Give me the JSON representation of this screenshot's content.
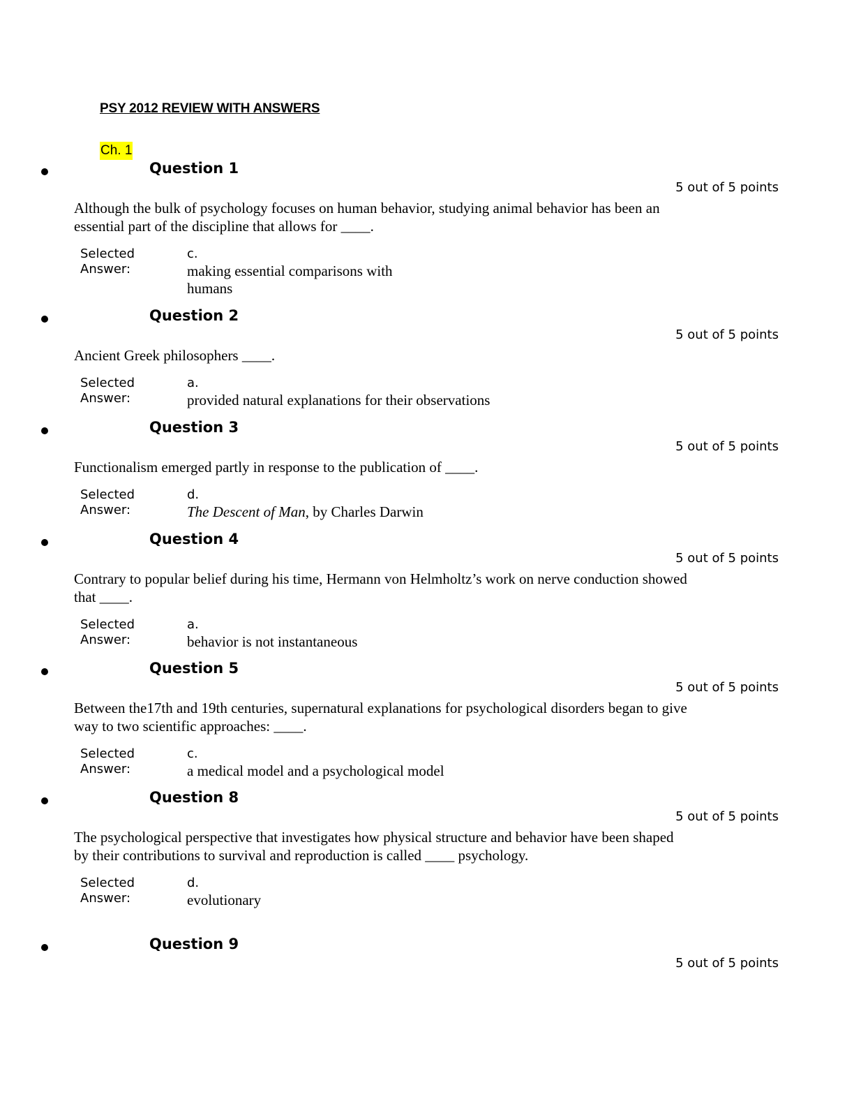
{
  "document": {
    "title": "PSY 2012 REVIEW WITH ANSWERS",
    "chapter": "Ch. 1",
    "highlight_color": "#ffff00"
  },
  "questions": [
    {
      "heading": "Question 1",
      "points": "5 out of 5 points",
      "text": "Although the bulk of psychology focuses on human behavior, studying animal behavior has been an essential part of the discipline that allows for ____.",
      "selected_label": "Selected Answer:",
      "letter": "c.",
      "answer": "making essential comparisons with humans"
    },
    {
      "heading": "Question 2",
      "points": "5 out of 5 points",
      "text": "Ancient Greek philosophers ____.",
      "selected_label": "Selected Answer:",
      "letter": "a.",
      "answer": "provided natural explanations for their observations"
    },
    {
      "heading": "Question 3",
      "points": "5 out of 5 points",
      "text": "Functionalism emerged partly in response to the publication of ____.",
      "selected_label": "Selected Answer:",
      "letter": "d.",
      "answer_italic": "The Descent of Man",
      "answer_rest": ", by Charles Darwin"
    },
    {
      "heading": "Question 4",
      "points": "5 out of 5 points",
      "text": "Contrary to popular belief during his time, Hermann von Helmholtz’s work on nerve conduction showed that ____.",
      "selected_label": "Selected Answer:",
      "letter": "a.",
      "answer": "behavior is not instantaneous"
    },
    {
      "heading": "Question 5",
      "points": "5 out of 5 points",
      "text": "Between the17th and 19th centuries, supernatural explanations for psychological disorders began to give way to two scientific approaches: ____.",
      "selected_label": "Selected Answer:",
      "letter": "c.",
      "answer": "a medical model and a psychological model"
    },
    {
      "heading": "Question 8",
      "points": "5 out of 5 points",
      "text": "The psychological perspective that investigates how physical structure and behavior have been shaped by their contributions to survival and reproduction is called ____ psychology.",
      "selected_label": "Selected Answer:",
      "letter": "d.",
      "answer": "evolutionary"
    },
    {
      "heading": "Question 9",
      "points": "5 out of 5 points"
    }
  ]
}
